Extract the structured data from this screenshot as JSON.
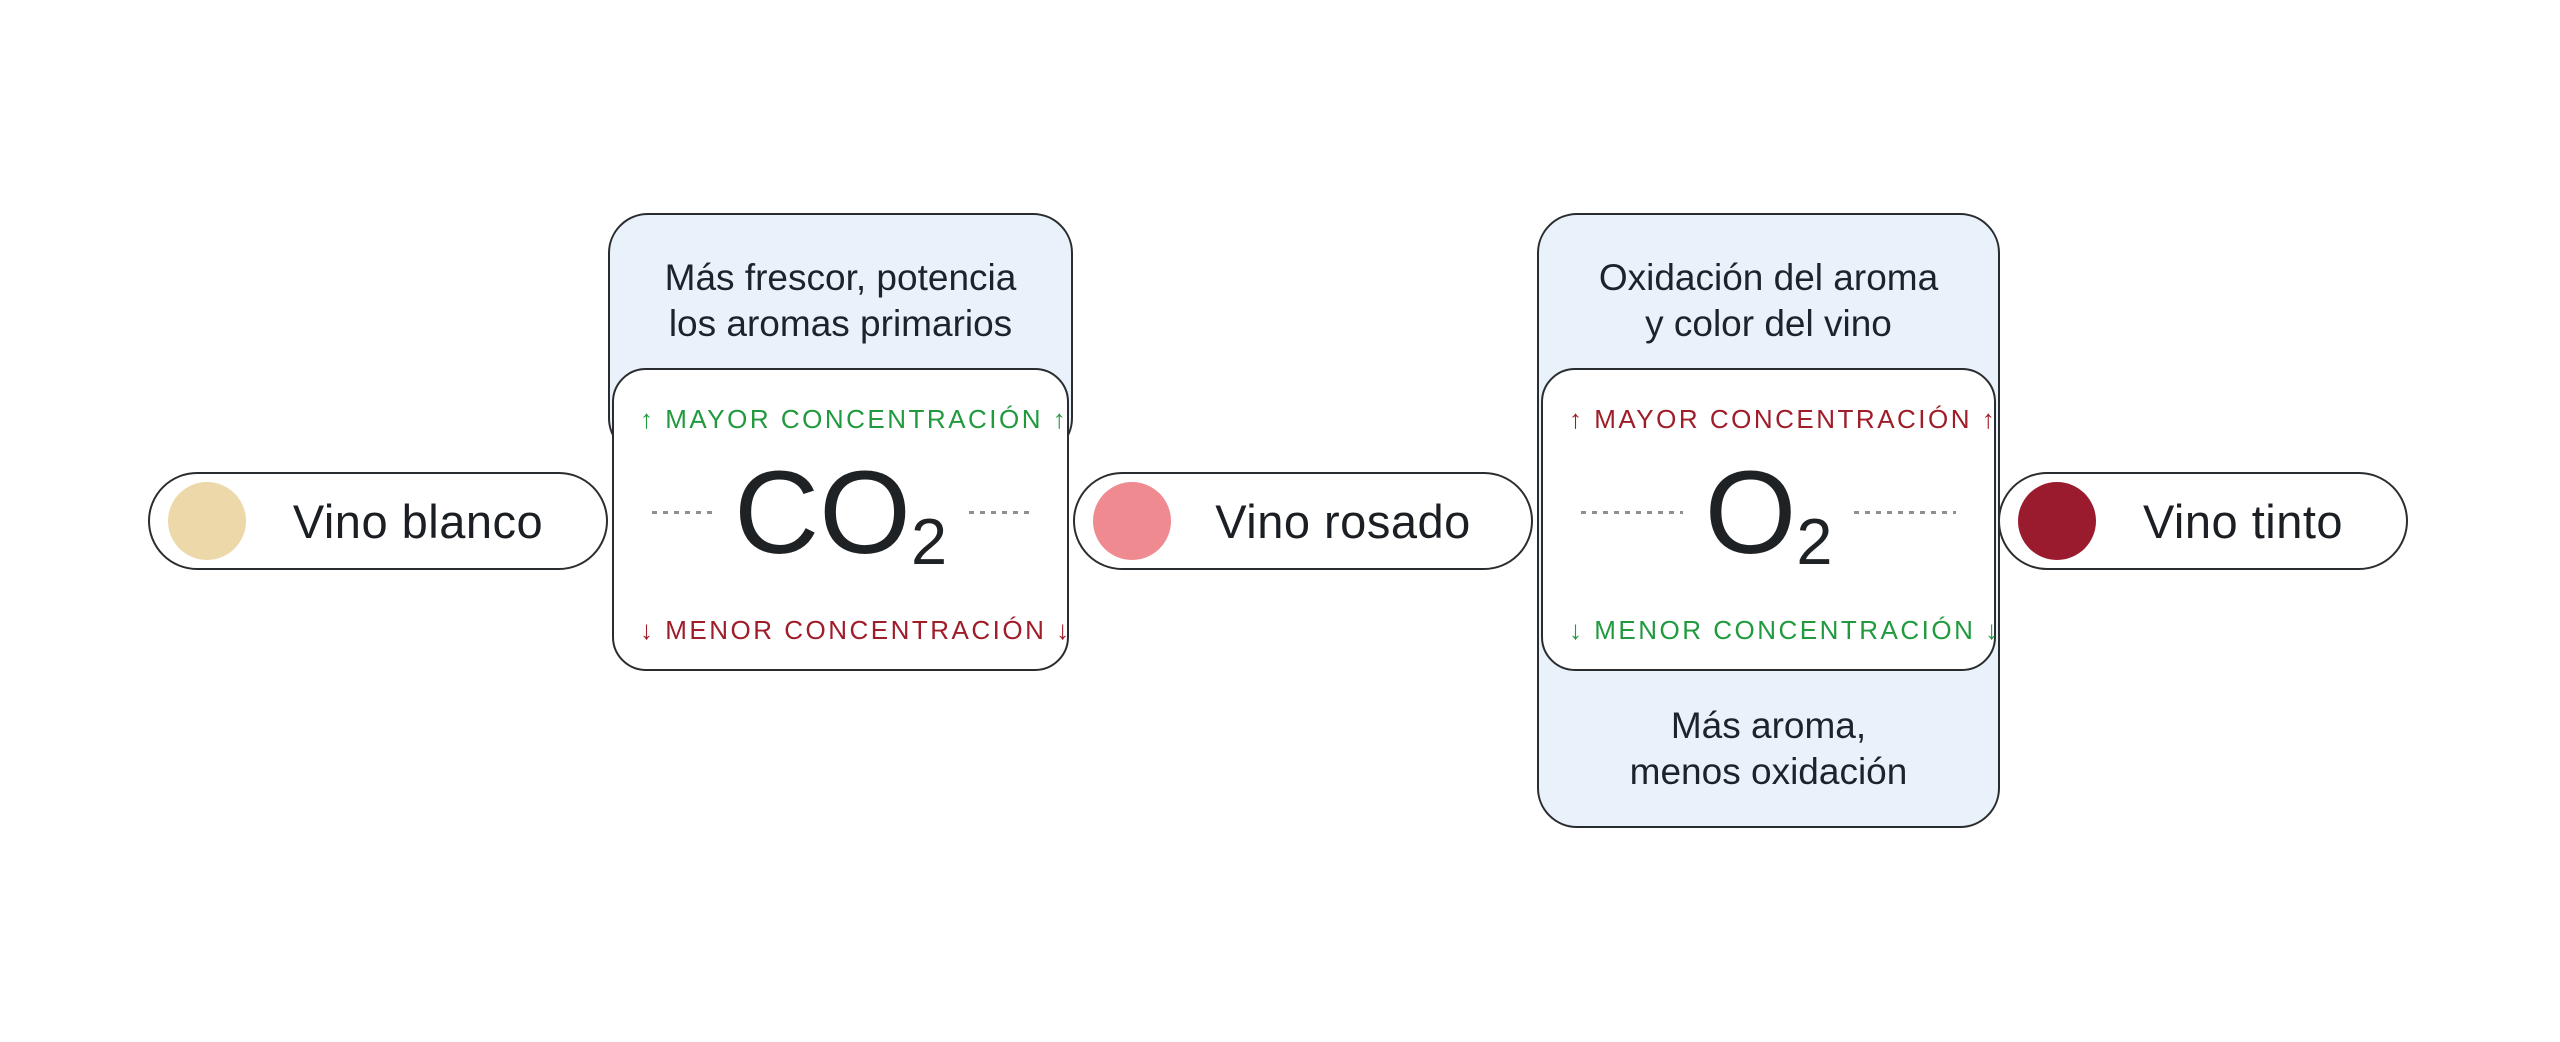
{
  "wines": {
    "blanco": {
      "label": "Vino blanco",
      "color": "#ecd8a8"
    },
    "rosado": {
      "label": "Vino rosado",
      "color": "#ef8a91"
    },
    "tinto": {
      "label": "Vino tinto",
      "color": "#9b1b2e"
    }
  },
  "gases": {
    "co2": {
      "formula": "CO",
      "subscript": "2",
      "top_note_line1": "Más frescor, potencia",
      "top_note_line2": "los aromas primarios",
      "mayor_label": "↑ MAYOR CONCENTRACIÓN ↑",
      "mayor_color": "#219a3f",
      "menor_label": "↓ MENOR CONCENTRACIÓN ↓",
      "menor_color": "#9f1c29"
    },
    "o2": {
      "formula": "O",
      "subscript": "2",
      "top_note_line1": "Oxidación del aroma",
      "top_note_line2": "y color del vino",
      "mayor_label": "↑ MAYOR CONCENTRACIÓN ↑",
      "mayor_color": "#9f1c29",
      "menor_label": "↓ MENOR CONCENTRACIÓN ↓",
      "menor_color": "#219a3f",
      "bottom_note_line1": "Más aroma,",
      "bottom_note_line2": "menos oxidación"
    }
  },
  "style_colors": {
    "note_bg": "#e9f1fb",
    "border": "#2a2d30",
    "text": "#1b1f23",
    "connector": "#8f8f8f"
  }
}
